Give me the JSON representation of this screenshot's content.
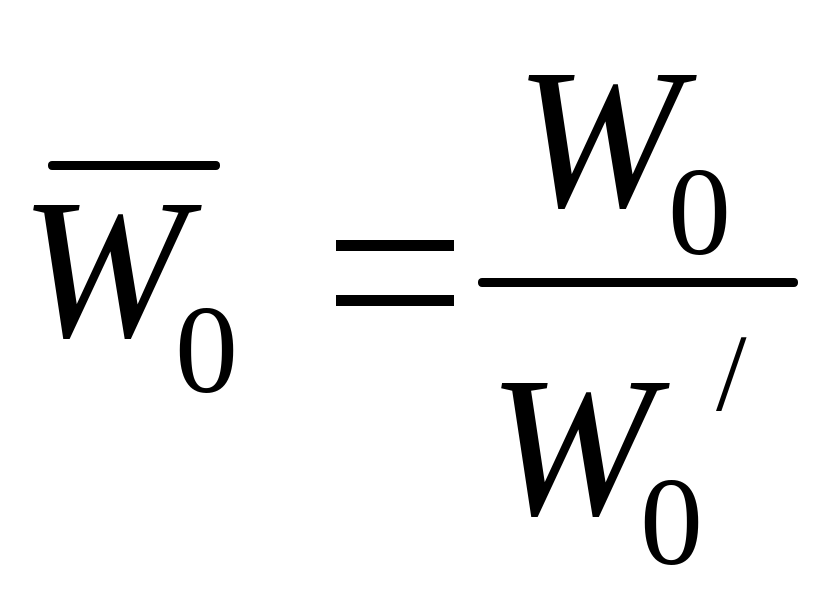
{
  "formula": {
    "lhs": {
      "variable": "W",
      "subscript": "0"
    },
    "operator": "=",
    "numerator": {
      "variable": "W",
      "subscript": "0"
    },
    "denominator": {
      "variable": "W",
      "subscript": "0",
      "prime": "/"
    }
  }
}
